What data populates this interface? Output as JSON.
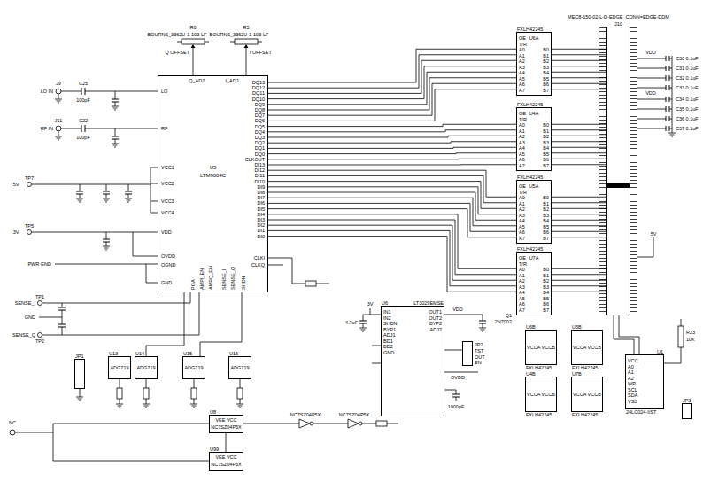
{
  "diagram": {
    "nodes": [
      {
        "text": [
          "U5",
          "LTM9004C"
        ]
      },
      {
        "text": [
          "FXLH42245",
          "U6A",
          "OE T/R A0 A1 A2 A3 A4 A5 A6 A7",
          "B0 B1 B2 B3 B4 B5 B6 B7"
        ]
      },
      {
        "text": [
          "FXLH42245",
          "U4A",
          "OE T/R A0 A1 A2 A3 A4 A5 A6 A7",
          "B0 B1 B2 B3 B4 B5 B6 B7"
        ]
      },
      {
        "text": [
          "FXLH42245",
          "U5A",
          "OE T/R A0 A1 A2 A3 A4 A5 A6 A7",
          "B0 B1 B2 B3 B4 B5 B6 B7"
        ]
      },
      {
        "text": [
          "FXLH42245",
          "U7A",
          "OE T/R A0 A1 A2 A3 A4 A5 A6 A7",
          "B0 B1 B2 B3 B4 B5 B6 B7"
        ]
      },
      {
        "text": [
          "MEC8-150-02-L-D-EDGE_CONN=EDGE-DDM",
          "J10"
        ]
      },
      {
        "text": [
          "U6",
          "LT3029EMSE",
          "IN1 IN2 SHDN BYP1 ADJ1 BD1 BD2 GND",
          "OUT1 OUT2 BYP2 ADJ2"
        ]
      },
      {
        "text": [
          "U6B",
          "VCCA VCCB",
          "FXLH42245"
        ]
      },
      {
        "text": [
          "U4B",
          "VCCA VCCB",
          "FXLH42245"
        ]
      },
      {
        "text": [
          "U5B",
          "VCCA VCCB",
          "FXLH42245"
        ]
      },
      {
        "text": [
          "U7B",
          "VCCA VCCB",
          "FXLH42245"
        ]
      },
      {
        "text": [
          "U1",
          "VCC A0 A1 A2 WP SCL SDA VSS",
          "24LC024-I/ST"
        ]
      },
      {
        "text": [
          "U8",
          "VEE VCC",
          "NC7SZ04P5X"
        ]
      },
      {
        "text": [
          "U99",
          "VEE VCC",
          "NC7SZ04P5X"
        ]
      },
      {
        "text": [
          "U13",
          "ADG719"
        ]
      },
      {
        "text": [
          "U14",
          "ADG719"
        ]
      },
      {
        "text": [
          "U15",
          "ADG719"
        ]
      },
      {
        "text": [
          "U16",
          "ADG719"
        ]
      },
      {
        "text": [
          "JP1"
        ]
      },
      {
        "text": [
          "JP2",
          "TST OUT EN"
        ]
      },
      {
        "text": [
          "JP3"
        ]
      }
    ],
    "edges": [
      {
        "from": 0,
        "to": 1,
        "arrow": "none"
      },
      {
        "from": 0,
        "to": 2,
        "arrow": "none"
      },
      {
        "from": 0,
        "to": 3,
        "arrow": "none"
      },
      {
        "from": 0,
        "to": 4,
        "arrow": "none"
      },
      {
        "from": 1,
        "to": 5,
        "arrow": "none"
      },
      {
        "from": 2,
        "to": 5,
        "arrow": "none"
      },
      {
        "from": 3,
        "to": 5,
        "arrow": "none"
      },
      {
        "from": 4,
        "to": 5,
        "arrow": "none"
      },
      {
        "from": 11,
        "to": 5,
        "arrow": "none"
      },
      {
        "from": 6,
        "to": 19,
        "arrow": "none"
      },
      {
        "from": 12,
        "to": 13,
        "arrow": "none"
      },
      {
        "from": 0,
        "to": 15,
        "arrow": "none"
      },
      {
        "from": 0,
        "to": 16,
        "arrow": "none"
      }
    ],
    "labels": [
      "DQ13",
      "DQ12",
      "DQ11",
      "DQ10",
      "DQ9",
      "DQ8",
      "DQ7",
      "DQ6",
      "DQ5",
      "DQ4",
      "DQ3",
      "DQ2",
      "DQ1",
      "DQ0",
      "CLKOUT",
      "DI13",
      "DI12",
      "DI11",
      "DI10",
      "DI9",
      "DI8",
      "DI7",
      "DI6",
      "DI5",
      "DI4",
      "DI3",
      "DI2",
      "DI1",
      "DI0",
      "LO",
      "RF",
      "VCC1",
      "VCC2",
      "VCC3",
      "VCC4",
      "VDD",
      "OVDD",
      "OGND",
      "GND",
      "PGA",
      "AMPI_EN",
      "AMPQ_EN",
      "SENSE_I",
      "SENSE_Q",
      "SHDN",
      "CLKI",
      "CLKQ",
      "Q_ADJ",
      "I_ADJ",
      "Q OFFSET",
      "I OFFSET",
      "BOURNS_3362U-1-103-LF",
      "BOURNS_3362U-1-103-LF",
      "R6",
      "R5",
      "LO IN",
      "RF IN",
      "J9",
      "J11",
      "C25",
      "100pF",
      "C22",
      "100pF",
      "TP7",
      "5V",
      "TP5",
      "3V",
      "PWR GND",
      "TP1",
      "SENSE_I",
      "GND",
      "SENSE_Q",
      "TP2",
      "3V",
      "VDD",
      "OVDD",
      "VDD",
      "VDD",
      "C30 0.1uF",
      "C31 0.1uF",
      "C32 0.1uF",
      "C33 0.1uF",
      "C34 0.1uF",
      "C35 0.1uF",
      "C36 0.1uF",
      "C37 0.1uF",
      "5V",
      "R23",
      "10K",
      "NC",
      "NC7SZ04P5X",
      "NC7SZ04P5X",
      "2N7002",
      "Q1",
      "4.7uF",
      "1000pF"
    ]
  }
}
